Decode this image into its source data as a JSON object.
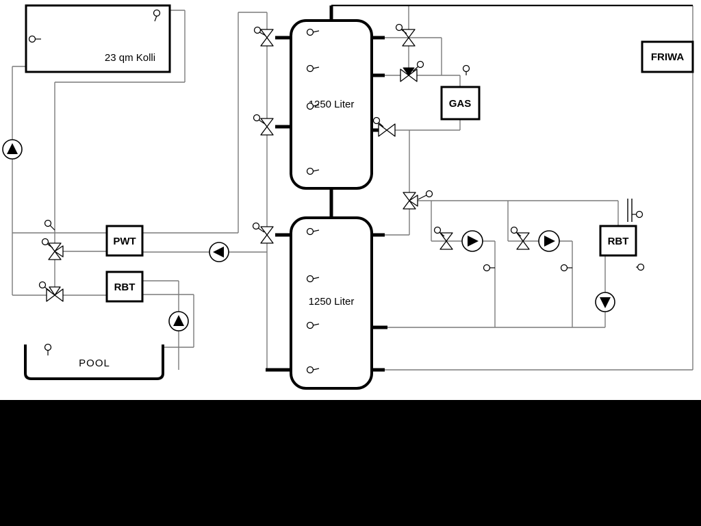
{
  "diagram": {
    "labels": {
      "collector": "23 qm Kolli",
      "tank_top": "1250 Liter",
      "tank_bottom": "1250 Liter",
      "gas": "GAS",
      "friwa": "FRIWA",
      "pwt": "PWT",
      "rbt_left": "RBT",
      "rbt_right": "RBT",
      "pool": "POOL"
    },
    "colors": {
      "pipe": "#7a7a7a",
      "outline": "#000000",
      "background": "#ffffff",
      "footer_band": "#000000"
    }
  }
}
